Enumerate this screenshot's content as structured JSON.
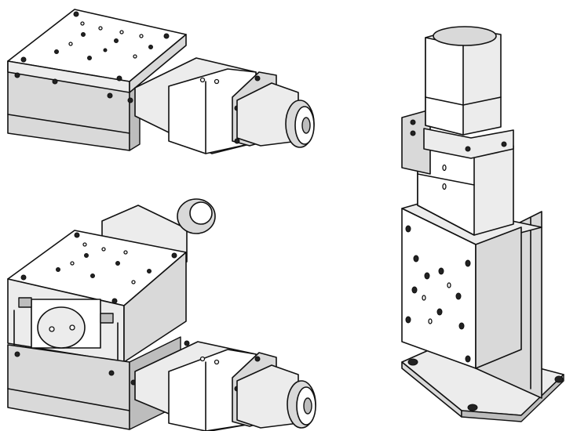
{
  "figure": {
    "items": [
      {
        "id": "single-axis-stage",
        "icon": "linear-stage-illustration"
      },
      {
        "id": "xy-stage",
        "icon": "xy-stage-illustration"
      },
      {
        "id": "z-axis-stage",
        "icon": "vertical-stage-illustration"
      }
    ]
  },
  "colors": {
    "line": "#111111",
    "face_light": "#ececec",
    "face_mid": "#d9d9d9",
    "face_dark": "#bdbdbd",
    "background": "#ffffff"
  }
}
